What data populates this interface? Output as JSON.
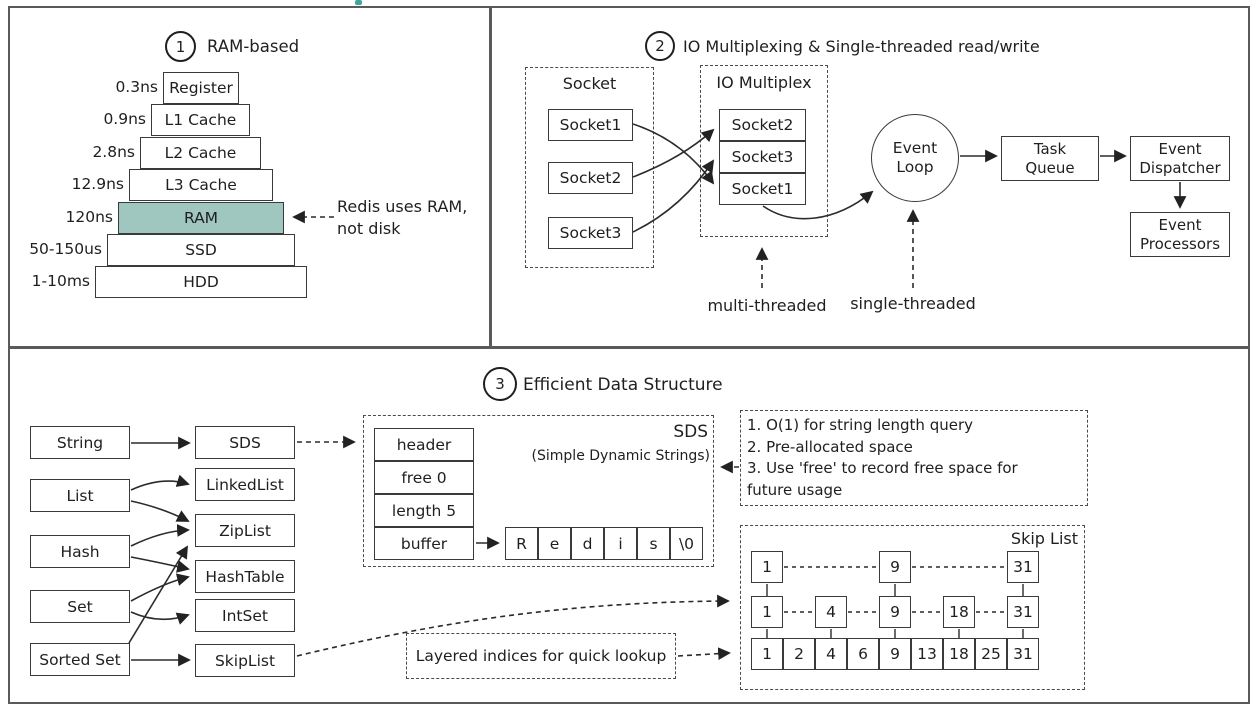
{
  "s1": {
    "num": "1",
    "title": "RAM-based",
    "rows": [
      {
        "time": "0.3ns",
        "label": "Register"
      },
      {
        "time": "0.9ns",
        "label": "L1 Cache"
      },
      {
        "time": "2.8ns",
        "label": "L2 Cache"
      },
      {
        "time": "12.9ns",
        "label": "L3 Cache"
      },
      {
        "time": "120ns",
        "label": "RAM"
      },
      {
        "time": "50-150us",
        "label": "SSD"
      },
      {
        "time": "1-10ms",
        "label": "HDD"
      }
    ],
    "ram_fill": "#9fc6bf",
    "note1": "Redis uses RAM,",
    "note2": "not disk"
  },
  "s2": {
    "num": "2",
    "title": "IO Multiplexing & Single-threaded read/write",
    "socket_label": "Socket",
    "sockets": [
      "Socket1",
      "Socket2",
      "Socket3"
    ],
    "mux_label": "IO Multiplex",
    "mux_items": [
      "Socket2",
      "Socket3",
      "Socket1"
    ],
    "event_loop1": "Event",
    "event_loop2": "Loop",
    "task_queue1": "Task",
    "task_queue2": "Queue",
    "dispatcher1": "Event",
    "dispatcher2": "Dispatcher",
    "processors1": "Event",
    "processors2": "Processors",
    "multi": "multi-threaded",
    "single": "single-threaded"
  },
  "s3": {
    "num": "3",
    "title": "Efficient Data Structure",
    "types": [
      "String",
      "List",
      "Hash",
      "Set",
      "Sorted Set"
    ],
    "structs": [
      "SDS",
      "LinkedList",
      "ZipList",
      "HashTable",
      "IntSet",
      "SkipList"
    ],
    "sds": {
      "fields": [
        "header",
        "free 0",
        "length 5",
        "buffer"
      ],
      "cells": [
        "R",
        "e",
        "d",
        "i",
        "s",
        "\\0"
      ],
      "label": "SDS",
      "sub": "(Simple Dynamic Strings)"
    },
    "notes": [
      "1. O(1) for string length query",
      "2. Pre-allocated space",
      "3. Use 'free' to record free space for",
      "future usage"
    ],
    "skip": {
      "label": "Skip List",
      "l0": [
        "1",
        "9",
        "31"
      ],
      "l1": [
        "1",
        "4",
        "9",
        "18",
        "31"
      ],
      "l2": [
        "1",
        "2",
        "4",
        "6",
        "9",
        "13",
        "18",
        "25",
        "31"
      ]
    },
    "layered": "Layered indices for quick lookup"
  },
  "accent": {
    "artifact_teal": "#3fa69e",
    "frame_gray": "#5a5a5a"
  }
}
